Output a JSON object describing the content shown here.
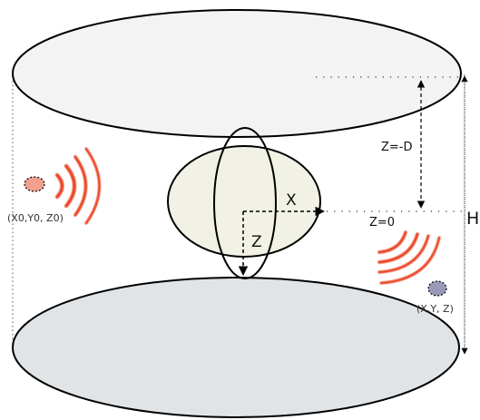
{
  "labels": {
    "z_minus_d": "Z=-D",
    "z_zero": "Z=0",
    "h_label": "H",
    "x_axis": "X",
    "z_axis": "Z",
    "source_coords": "(X0,Y0, Z0)",
    "receiver_coords": "(X,Y, Z)"
  },
  "colors": {
    "top_disc_fill": "#f3f3f3",
    "bottom_disc_fill": "#e0e4e6",
    "sphere_fill": "#f2f1e6",
    "outline": "#000000",
    "wave": "#ec4a2a",
    "source_dot": "#f0a08c",
    "receiver_dot": "#9a9ab8"
  }
}
